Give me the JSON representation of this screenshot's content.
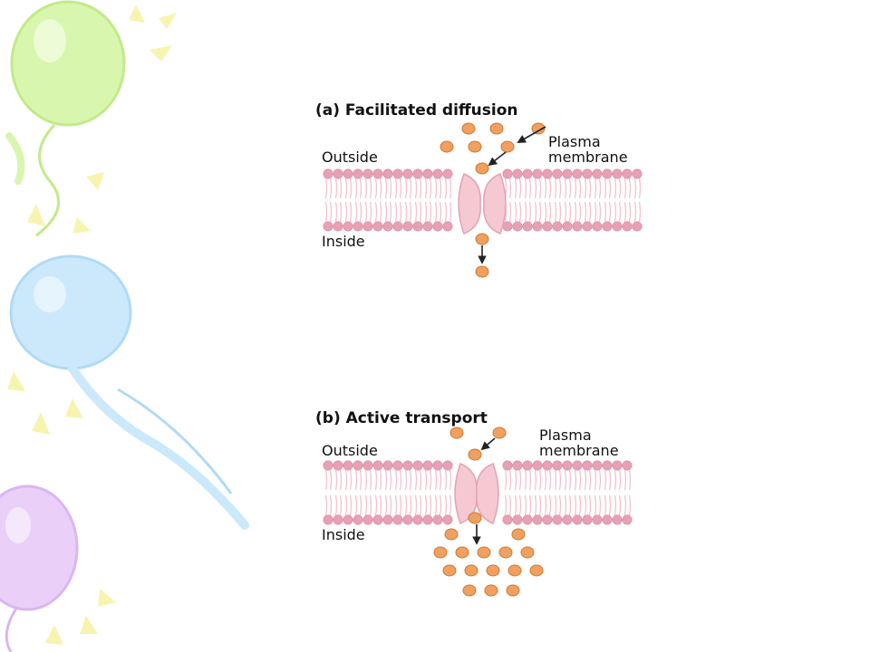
{
  "slide": {
    "panels": [
      {
        "id": "a",
        "title": "(a) Facilitated diffusion",
        "outside_label": "Outside",
        "inside_label": "Inside",
        "membrane_label": [
          "Plasma",
          "membrane"
        ]
      },
      {
        "id": "b",
        "title": "(b) Active transport",
        "outside_label": "Outside",
        "inside_label": "Inside",
        "membrane_label": [
          "Plasma",
          "membrane"
        ]
      }
    ]
  },
  "colors": {
    "phospholipid": "#e8a0b4",
    "tail": "#f2c3cf",
    "channel": "#f5c8d2",
    "molecule": "#f0a060",
    "molecule_stroke": "#d07830",
    "arrow": "#222222",
    "balloon_green": "#d6f5a8",
    "balloon_blue": "#c8e8fb",
    "balloon_purple": "#e8cdf7",
    "sun_ray": "#f5f0a0"
  },
  "icons": [
    "balloon-green-icon",
    "balloon-blue-icon",
    "balloon-purple-icon",
    "molecule-icon",
    "arrow-icon",
    "transport-protein-icon"
  ]
}
